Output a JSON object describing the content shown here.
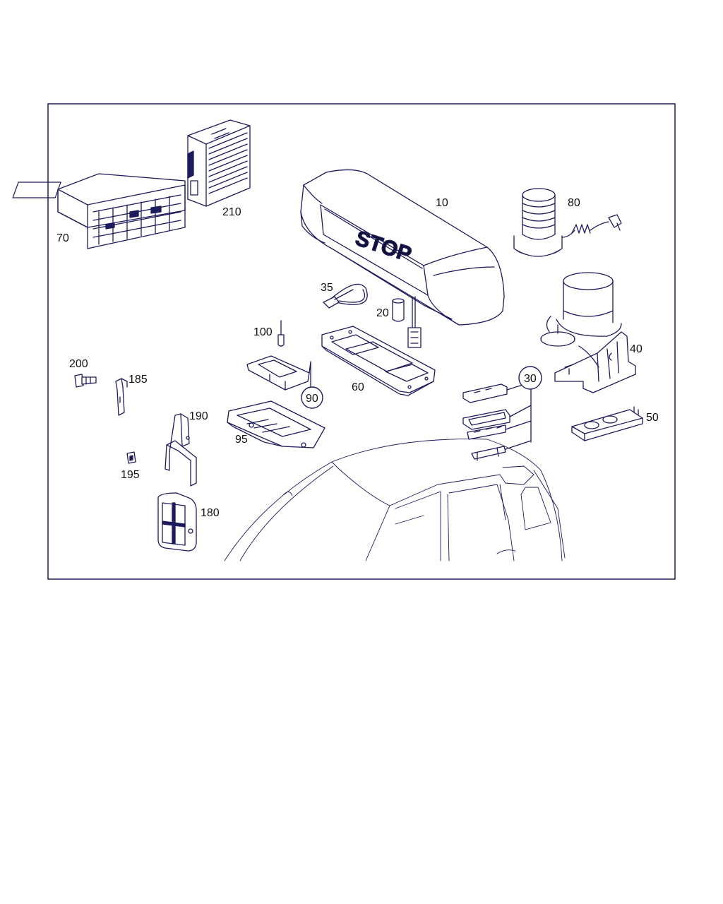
{
  "stop_sign_text": "STOP",
  "colors": {
    "line": "#1b1b5e",
    "frame": "#1b1b5e",
    "background": "#ffffff"
  },
  "labels": {
    "p10": "10",
    "p20": "20",
    "p30": "30",
    "p35": "35",
    "p40": "40",
    "p50": "50",
    "p60": "60",
    "p70": "70",
    "p80": "80",
    "p90": "90",
    "p95": "95",
    "p100": "100",
    "p180": "180",
    "p185": "185",
    "p190": "190",
    "p195": "195",
    "p200": "200",
    "p210": "210"
  }
}
